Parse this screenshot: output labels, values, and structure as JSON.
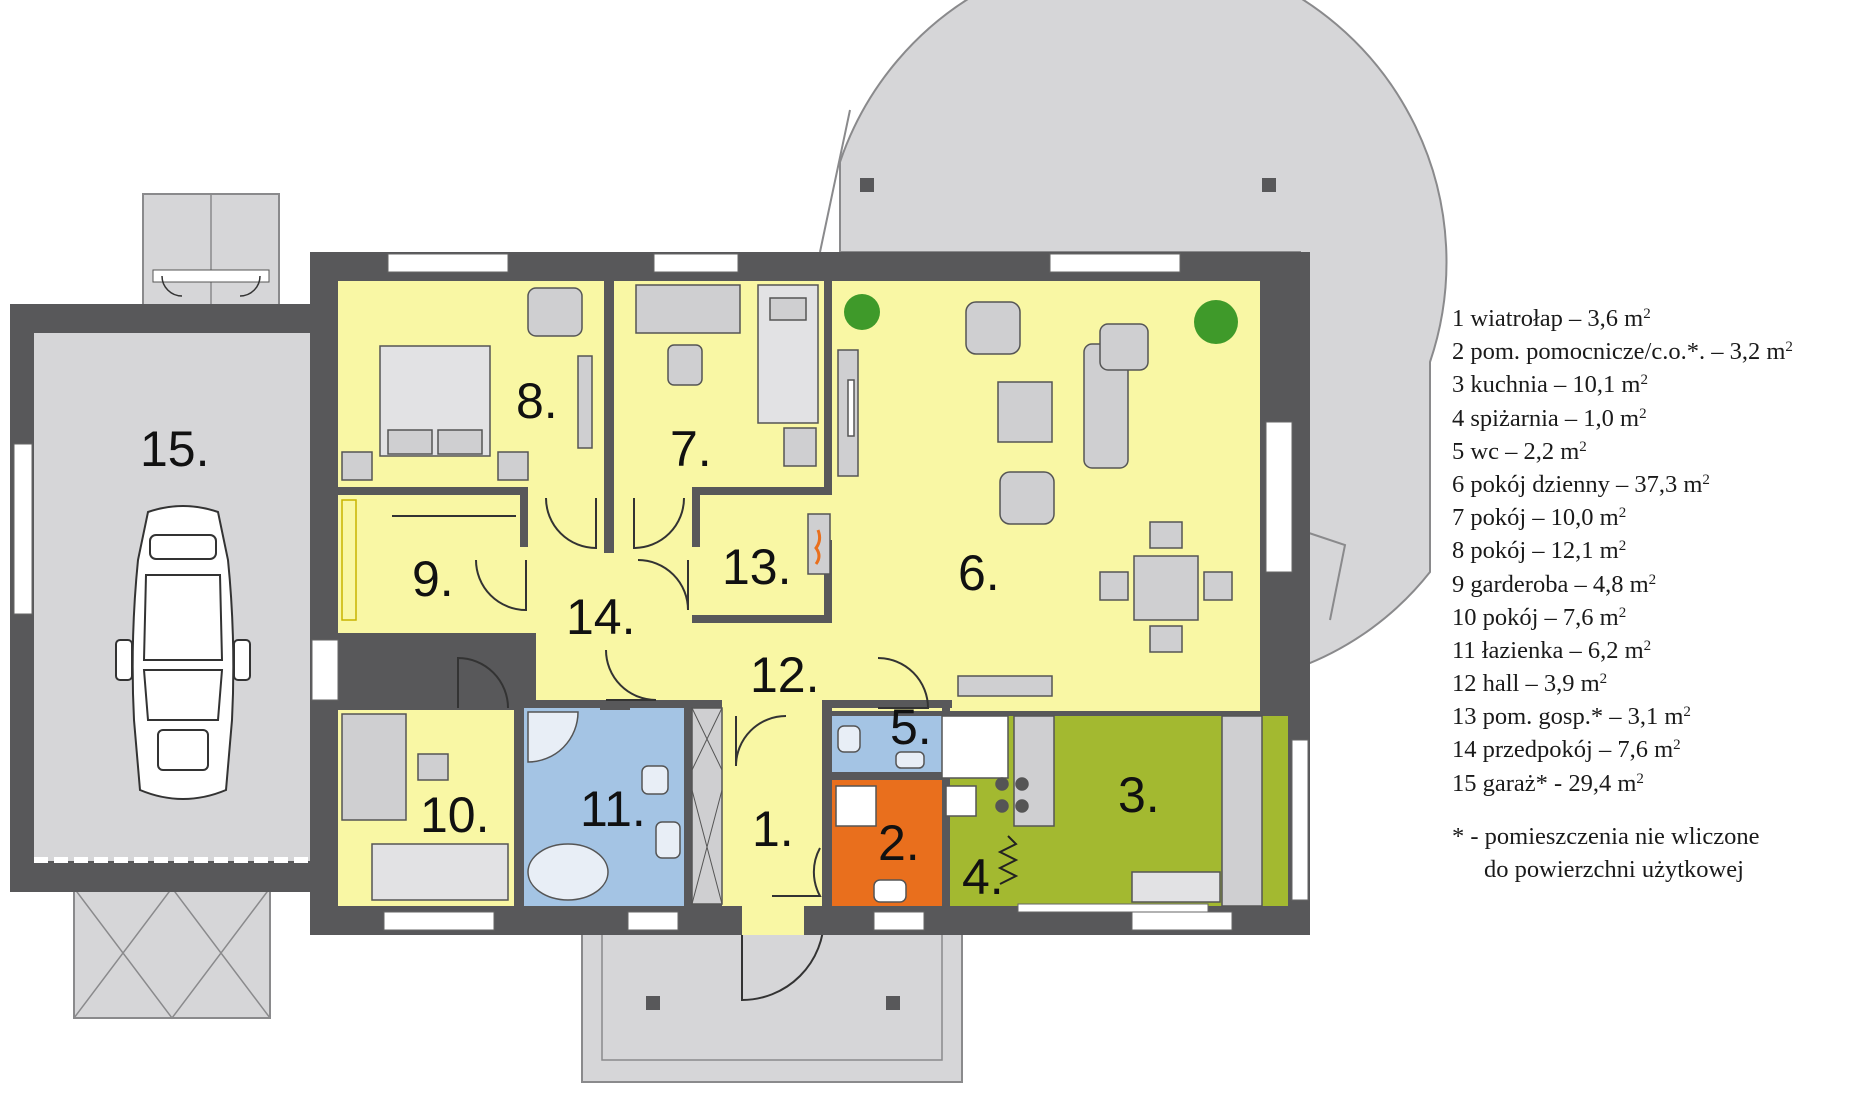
{
  "room_labels": {
    "r1": "1.",
    "r2": "2.",
    "r3": "3.",
    "r4": "4.",
    "r5": "5.",
    "r6": "6.",
    "r7": "7.",
    "r8": "8.",
    "r9": "9.",
    "r10": "10.",
    "r11": "11.",
    "r12": "12.",
    "r13": "13.",
    "r14": "14.",
    "r15": "15."
  },
  "legend": {
    "items": [
      {
        "text": "1 wiatrołap – 3,6 m",
        "sup": "2"
      },
      {
        "text": "2 pom. pomocnicze/c.o.*. – 3,2 m",
        "sup": "2"
      },
      {
        "text": "3 kuchnia – 10,1 m",
        "sup": "2"
      },
      {
        "text": "4 spiżarnia – 1,0 m",
        "sup": "2"
      },
      {
        "text": "5 wc – 2,2 m",
        "sup": "2"
      },
      {
        "text": "6 pokój dzienny – 37,3 m",
        "sup": "2"
      },
      {
        "text": "7 pokój – 10,0 m",
        "sup": "2"
      },
      {
        "text": "8 pokój – 12,1 m",
        "sup": "2"
      },
      {
        "text": "9 garderoba – 4,8 m",
        "sup": "2"
      },
      {
        "text": "10 pokój – 7,6 m",
        "sup": "2"
      },
      {
        "text": "11 łazienka – 6,2 m",
        "sup": "2"
      },
      {
        "text": "12 hall – 3,9 m",
        "sup": "2"
      },
      {
        "text": "13 pom. gosp.* – 3,1 m",
        "sup": "2"
      },
      {
        "text": "14 przedpokój – 7,6 m",
        "sup": "2"
      },
      {
        "text": "15 garaż* - 29,4 m",
        "sup": "2"
      }
    ],
    "note_line1": "* - pomieszczenia nie wliczone",
    "note_line2": "do powierzchni użytkowej"
  },
  "colors": {
    "wall": "#58585a",
    "room_yellow": "#f9f7a4",
    "kitchen_green": "#a3b930",
    "utility_orange": "#e96f1d",
    "bathroom_blue": "#a4c4e4",
    "terrace_gray": "#d6d6d8",
    "furniture_gray": "#cfcfd1",
    "plant_green": "#3f9a2a"
  }
}
